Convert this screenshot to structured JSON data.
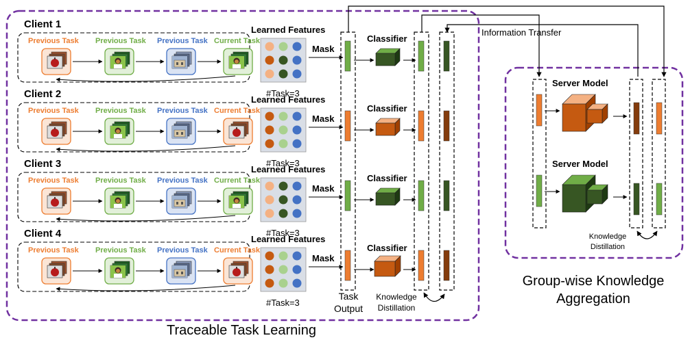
{
  "colors": {
    "orange": "#ed7d31",
    "green": "#70ad47",
    "blue": "#4472c4",
    "purple": "#7030a0",
    "dark_orange": "#c55a11",
    "dark_green": "#375623",
    "light_orange": "#f4b183",
    "light_green": "#a9d18e",
    "brown": "#843c0c"
  },
  "clients": [
    {
      "name": "Client 1",
      "tasks": [
        {
          "label": "Previous Task",
          "color": "orange",
          "image": "apple-icon"
        },
        {
          "label": "Previous Task",
          "color": "green",
          "image": "portrait-icon"
        },
        {
          "label": "Previous Task",
          "color": "blue",
          "image": "building-icon"
        },
        {
          "label": "Current Task",
          "color": "green",
          "image": "portrait-icon"
        }
      ],
      "feature_dots": [
        "light_orange",
        "light_green",
        "blue",
        "dark_orange",
        "dark_green",
        "blue",
        "light_orange",
        "dark_green",
        "blue"
      ],
      "mask_color": "green",
      "classifier_color": "dark_green",
      "classifier_size": "small"
    },
    {
      "name": "Client 2",
      "tasks": [
        {
          "label": "Previous Task",
          "color": "orange",
          "image": "apple-icon"
        },
        {
          "label": "Previous Task",
          "color": "green",
          "image": "portrait-icon"
        },
        {
          "label": "Previous Task",
          "color": "blue",
          "image": "building-icon"
        },
        {
          "label": "Current Task",
          "color": "orange",
          "image": "apple-icon"
        }
      ],
      "feature_dots": [
        "dark_orange",
        "light_green",
        "blue",
        "dark_orange",
        "light_green",
        "blue",
        "dark_orange",
        "light_green",
        "blue"
      ],
      "mask_color": "orange",
      "classifier_color": "orange",
      "classifier_size": "small"
    },
    {
      "name": "Client 3",
      "tasks": [
        {
          "label": "Previous Task",
          "color": "orange",
          "image": "apple-icon"
        },
        {
          "label": "Previous Task",
          "color": "green",
          "image": "portrait-icon"
        },
        {
          "label": "Previous Task",
          "color": "blue",
          "image": "building-icon"
        },
        {
          "label": "Current Task",
          "color": "green",
          "image": "portrait-icon"
        }
      ],
      "feature_dots": [
        "light_orange",
        "dark_green",
        "blue",
        "light_orange",
        "dark_green",
        "blue",
        "light_orange",
        "dark_green",
        "blue"
      ],
      "mask_color": "green",
      "classifier_color": "dark_green",
      "classifier_size": "small"
    },
    {
      "name": "Client 4",
      "tasks": [
        {
          "label": "Previous Task",
          "color": "orange",
          "image": "apple-icon"
        },
        {
          "label": "Previous Task",
          "color": "green",
          "image": "portrait-icon"
        },
        {
          "label": "Previous Task",
          "color": "blue",
          "image": "building-icon"
        },
        {
          "label": "Current Task",
          "color": "orange",
          "image": "apple-icon"
        }
      ],
      "feature_dots": [
        "dark_orange",
        "light_green",
        "blue",
        "dark_orange",
        "light_green",
        "blue",
        "dark_orange",
        "light_green",
        "blue"
      ],
      "mask_color": "orange",
      "classifier_color": "orange",
      "classifier_size": "large"
    }
  ],
  "labels": {
    "learned_features": "Learned Features",
    "task_count": "#Task=3",
    "mask": "Mask",
    "classifier": "Classifier",
    "task_output_1": "Task",
    "task_output_2": "Output",
    "kd_1": "Knowledge",
    "kd_2": "Distillation",
    "information_transfer": "Information Transfer",
    "server_model": "Server Model",
    "group_1": "Group-wise Knowledge",
    "group_2": "Aggregation",
    "traceable": "Traceable Task Learning"
  },
  "server_models": [
    {
      "label": "Server Model",
      "color": "orange"
    },
    {
      "label": "Server Model",
      "color": "green"
    }
  ]
}
